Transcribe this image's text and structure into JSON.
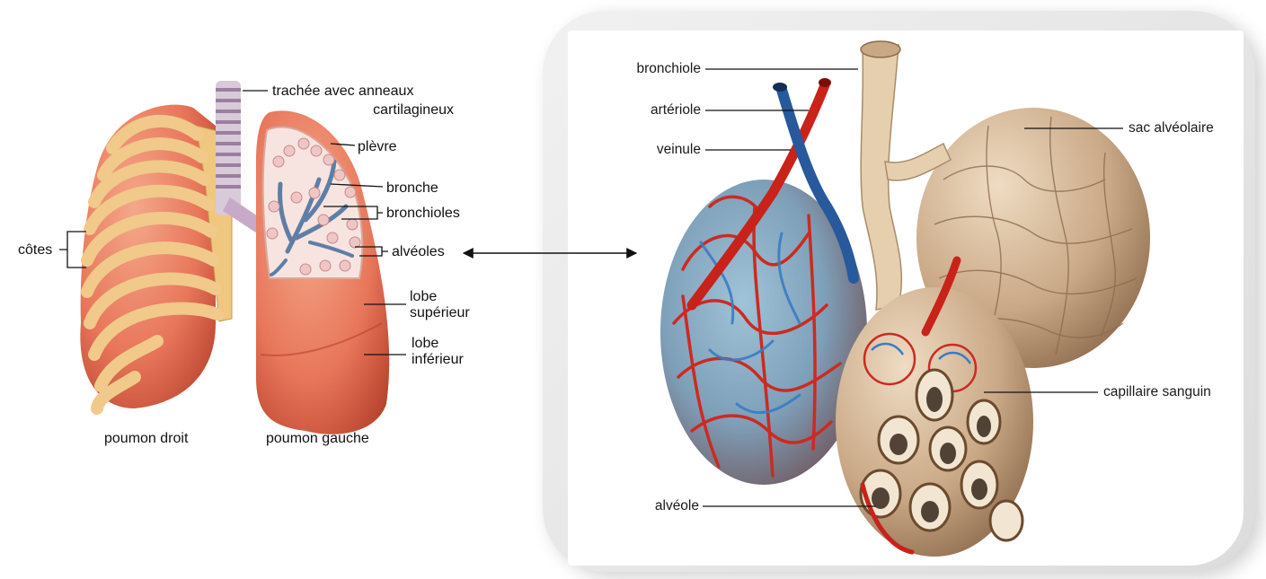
{
  "lungs_figure": {
    "labels": {
      "trachea": "trachée avec anneaux",
      "trachea_line2": "cartilagineux",
      "pleura": "plèvre",
      "bronchus": "bronche",
      "bronchioles": "bronchioles",
      "alveoli": "alvéoles",
      "ribs": "côtes",
      "upper_lobe": "lobe",
      "upper_lobe_line2": "supérieur",
      "lower_lobe": "lobe",
      "lower_lobe_line2": "inférieur",
      "right_lung": "poumon droit",
      "left_lung": "poumon gauche"
    }
  },
  "alveoli_figure": {
    "labels": {
      "bronchiole": "bronchiole",
      "arteriole": "artériole",
      "venule": "veinule",
      "alveolar_sac": "sac alvéolaire",
      "capillary": "capillaire sanguin",
      "alveolus": "alvéole"
    }
  },
  "colors": {
    "lung": "#e8765a",
    "rib": "#f1c98a",
    "artery": "#d42a20",
    "vein": "#2f6db5",
    "alveolar_tissue": "#c9a886",
    "bronchiole": "#e6cfae"
  }
}
